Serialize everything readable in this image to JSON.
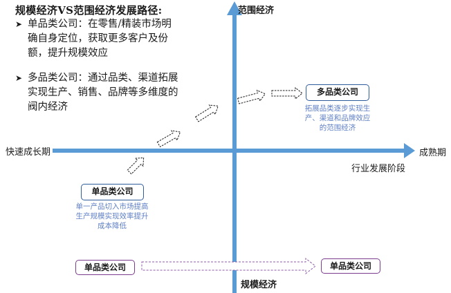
{
  "heading": "规模经济VS范围经济发展路径:",
  "bullets": [
    "单品类公司：在零售/精装市场明确自身定位，获取更多客户及份额，提升规模效应",
    "多品类公司：通过品类、渠道拓展实现生产、销售、品牌等多维度的阀内经济"
  ],
  "axes": {
    "top": "范围经济",
    "bottom": "规模经济",
    "left": "快速成长期",
    "right": "成熟期",
    "horizontal_caption": "行业发展阶段"
  },
  "boxes": {
    "multi": {
      "label": "多品类公司",
      "note": "拓展品类逐步实现生产、渠道和品牌效应的范围经济"
    },
    "single": {
      "label": "单品类公司",
      "note": "单一产品切入市场提高生产规模实现效率提升成本降低"
    },
    "bottom_left": {
      "label": "单品类公司"
    },
    "bottom_right": {
      "label": "单品类公司"
    }
  },
  "colors": {
    "axis": "#5b9bd5",
    "box_blue": "#2e5b9a",
    "box_purple": "#7a3b8f",
    "note": "#5f7fc5",
    "dashed_arrow": "#1a1a1a",
    "purple_arrow": "#8e5aa8"
  }
}
